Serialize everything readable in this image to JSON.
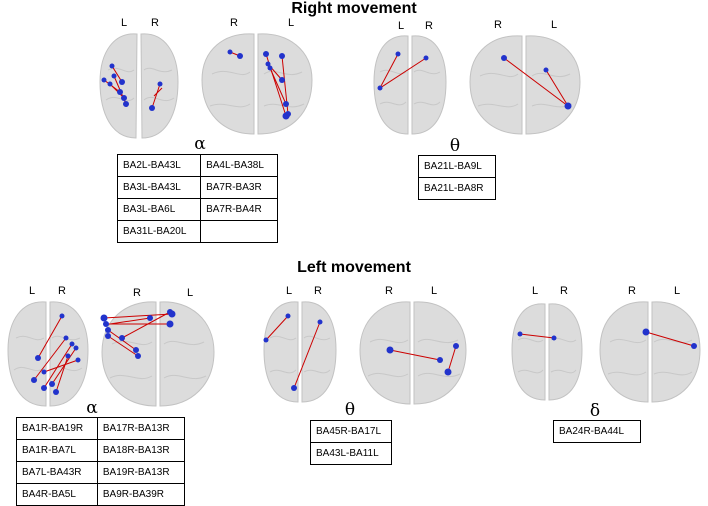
{
  "sections": [
    {
      "title": "Right movement"
    },
    {
      "title": "Left movement"
    }
  ],
  "hemisphere_labels": {
    "left": "L",
    "right": "R"
  },
  "colors": {
    "node": "#2233cc",
    "edge": "#cc0000",
    "brain": "#d9d9d9"
  },
  "right_movement": {
    "alpha": {
      "symbol": "α",
      "rows": [
        [
          "BA2L-BA43L",
          "BA4L-BA38L"
        ],
        [
          "BA3L-BA43L",
          "BA7R-BA3R"
        ],
        [
          "BA3L-BA6L",
          "BA7R-BA4R"
        ],
        [
          "BA31L-BA20L",
          ""
        ]
      ]
    },
    "theta": {
      "symbol": "θ",
      "rows": [
        [
          "BA21L-BA9L"
        ],
        [
          "BA21L-BA8R"
        ]
      ]
    }
  },
  "left_movement": {
    "alpha": {
      "symbol": "α",
      "rows": [
        [
          "BA1R-BA19R",
          "BA17R-BA13R"
        ],
        [
          "BA1R-BA7L",
          "BA18R-BA13R"
        ],
        [
          "BA7L-BA43R",
          "BA19R-BA13R"
        ],
        [
          "BA4R-BA5L",
          "BA9R-BA39R"
        ]
      ]
    },
    "theta": {
      "symbol": "θ",
      "rows": [
        [
          "BA45R-BA17L"
        ],
        [
          "BA43L-BA11L"
        ]
      ]
    },
    "delta": {
      "symbol": "δ",
      "rows": [
        [
          "BA24R-BA44L"
        ]
      ]
    }
  }
}
